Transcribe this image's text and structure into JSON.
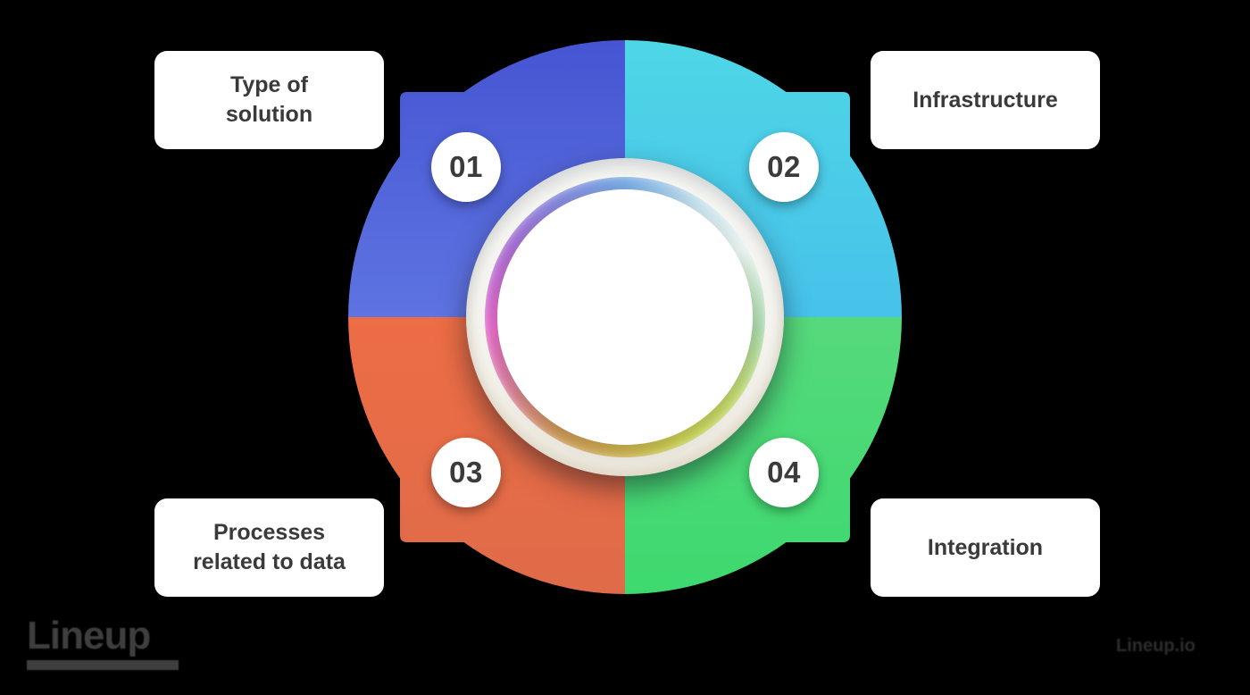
{
  "background_color": "#000000",
  "diagram": {
    "type": "circular-quadrant-infographic",
    "center_text": "",
    "quadrants": [
      {
        "position": "top-left",
        "color_start": "#4655d3",
        "color_end": "#5e74e1"
      },
      {
        "position": "top-right",
        "color_start": "#4ed6e6",
        "color_end": "#47c2ea"
      },
      {
        "position": "bottom-left",
        "color_start": "#ed6d45",
        "color_end": "#df6b49"
      },
      {
        "position": "bottom-right",
        "color_start": "#56d97c",
        "color_end": "#3dd96f"
      }
    ],
    "ring_colors": [
      "#74a9e2",
      "#c9e3ee",
      "#a6dbae",
      "#c6e372",
      "#d5ba4d",
      "#d69a57",
      "#e865cf",
      "#a86ad5",
      "#8184dc"
    ]
  },
  "steps": [
    {
      "number": "01",
      "label": "Type of\nsolution"
    },
    {
      "number": "02",
      "label": "Infrastructure"
    },
    {
      "number": "03",
      "label": "Processes\nrelated to data"
    },
    {
      "number": "04",
      "label": "Integration"
    }
  ],
  "watermarks": {
    "bottom_left_logo": "Lineup",
    "bottom_right": "Lineup.io"
  }
}
